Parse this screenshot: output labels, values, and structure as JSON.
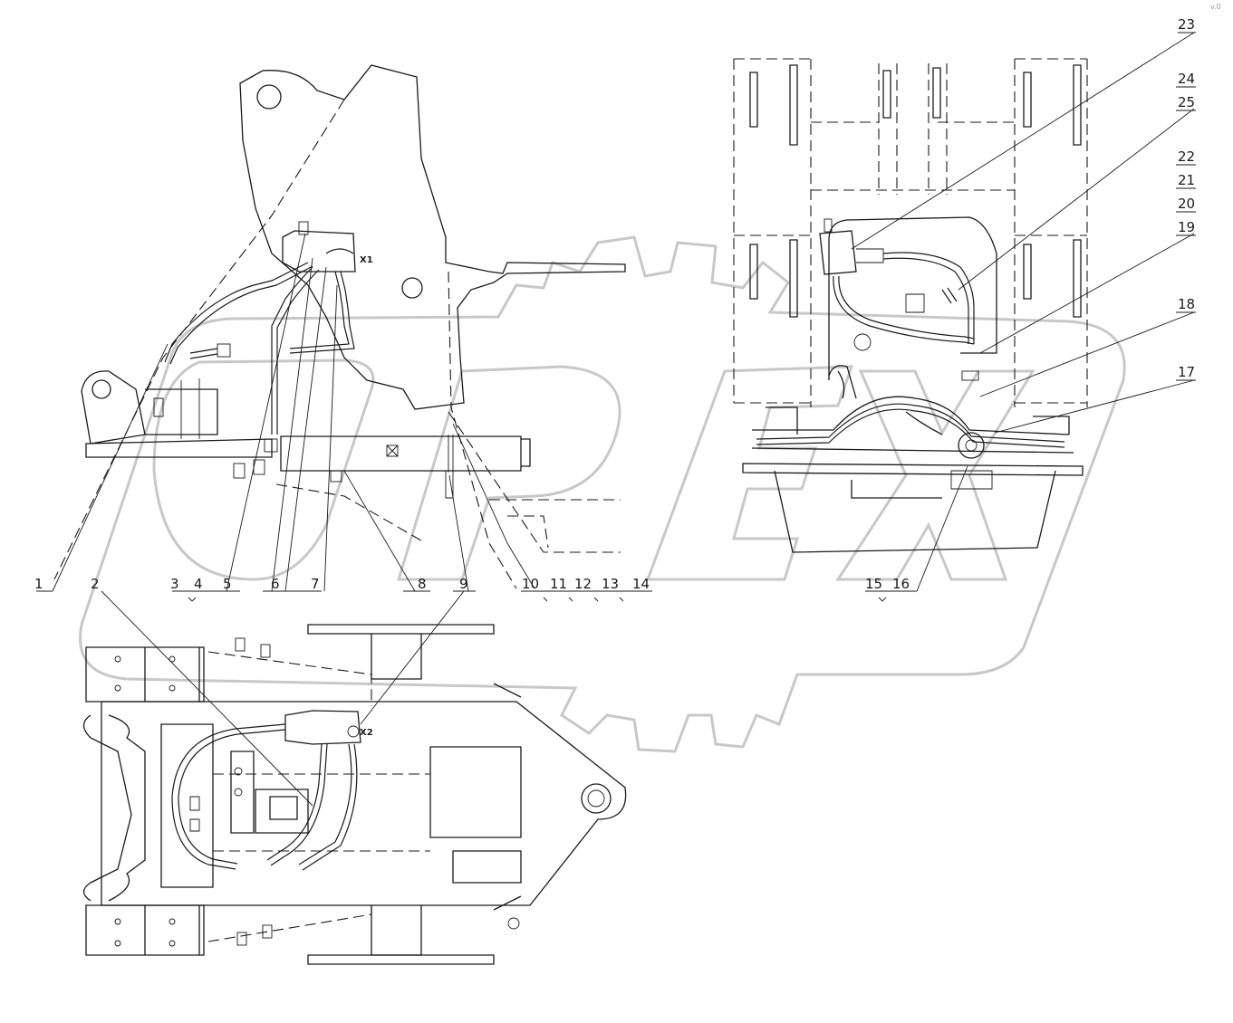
{
  "drawing": {
    "callouts_side_view": [
      "1",
      "2",
      "3",
      "4",
      "5",
      "6",
      "7",
      "8",
      "9",
      "10",
      "11",
      "12",
      "13",
      "14"
    ],
    "callouts_front_view": [
      "15",
      "16",
      "17",
      "18",
      "19",
      "20",
      "21",
      "22",
      "23",
      "24",
      "25"
    ],
    "port_labels": {
      "x1": "X1",
      "x2": "X2"
    },
    "watermark_text": "OPEX",
    "corner_mark": "v.0"
  },
  "colors": {
    "line": "#1a1a1a",
    "watermark": "#c8c8c8",
    "background": "#ffffff"
  }
}
